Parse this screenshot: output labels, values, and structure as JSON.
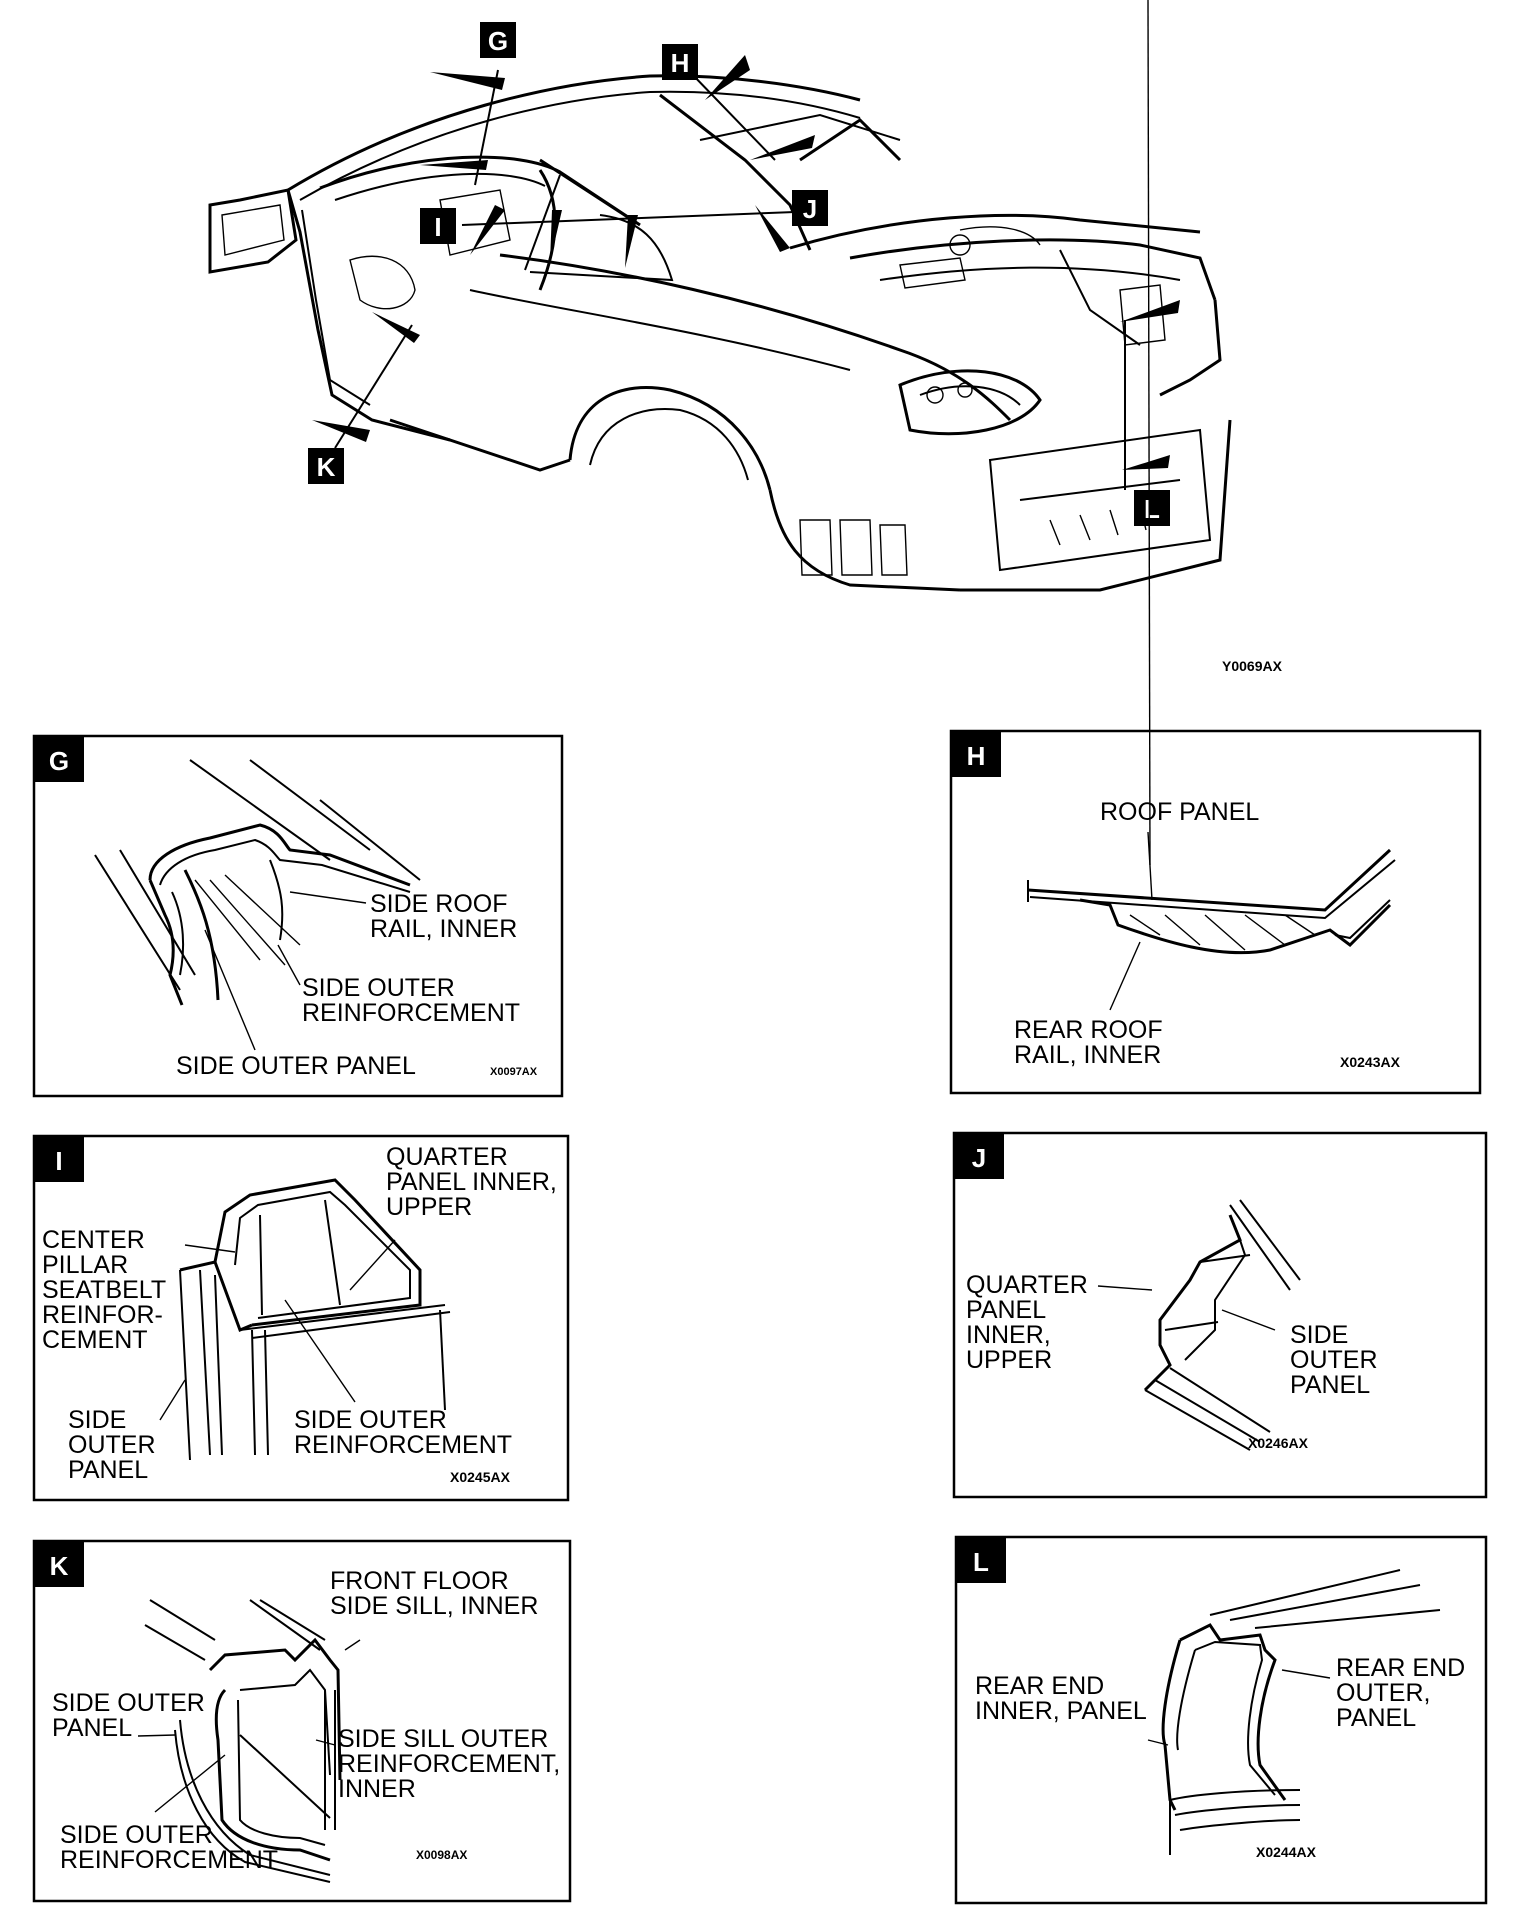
{
  "main_figure": {
    "code": "Y0069AX",
    "callouts": [
      "G",
      "H",
      "I",
      "J",
      "K",
      "L"
    ]
  },
  "panels": {
    "G": {
      "tag": "G",
      "labels": [
        "SIDE ROOF",
        "RAIL, INNER",
        "SIDE OUTER",
        "REINFORCEMENT",
        "SIDE OUTER PANEL"
      ],
      "code": "X0097AX"
    },
    "H": {
      "tag": "H",
      "labels": [
        "ROOF PANEL",
        "REAR ROOF",
        "RAIL, INNER"
      ],
      "code": "X0243AX"
    },
    "I": {
      "tag": "I",
      "labels": [
        "QUARTER",
        "PANEL INNER,",
        "UPPER",
        "CENTER",
        "PILLAR",
        "SEATBELT",
        "REINFOR-",
        "CEMENT",
        "SIDE",
        "OUTER",
        "PANEL",
        "SIDE OUTER",
        "REINFORCEMENT"
      ],
      "code": "X0245AX"
    },
    "J": {
      "tag": "J",
      "labels": [
        "QUARTER",
        "PANEL",
        "INNER,",
        "UPPER",
        "SIDE",
        "OUTER",
        "PANEL"
      ],
      "code": "X0246AX"
    },
    "K": {
      "tag": "K",
      "labels": [
        "FRONT FLOOR",
        "SIDE SILL, INNER",
        "SIDE OUTER",
        "PANEL",
        "SIDE SILL OUTER",
        "REINFORCEMENT,",
        "INNER",
        "SIDE OUTER",
        "REINFORCEMENT"
      ],
      "code": "X0098AX"
    },
    "L": {
      "tag": "L",
      "labels": [
        "REAR END",
        "INNER, PANEL",
        "REAR END",
        "OUTER,",
        "PANEL"
      ],
      "code": "X0244AX"
    }
  }
}
